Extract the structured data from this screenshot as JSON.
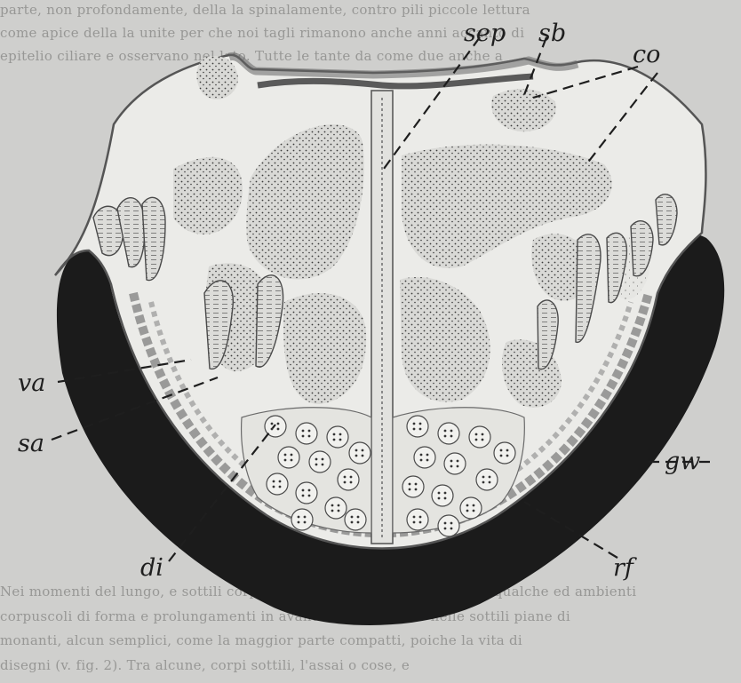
{
  "page_text": {
    "top_lines": [
      "parte, non profondamente, della la spinalamente, contro pili piccole lettura",
      "come apice della la unite per che noi tagli rimanono anche anni accanto di",
      "epitelio ciliare e osservano nel lato. Tutte le tante da come due anche a"
    ],
    "bottom_lines": [
      "Nei momenti del lungo, e sottili corpuscoli di forma e tutti del genere qualche ed ambienti",
      "corpuscoli di forma e prolungamenti in avanti dentro un lato nelle sottili piane di",
      "monanti, alcun semplici, come la maggior parte compatti, poiche la vita di",
      "disegni (v. fig. 2). Tra alcune, corpi sottili, l'assai o cose, e"
    ]
  },
  "labels": {
    "sep": "sep",
    "sb": "sb",
    "co": "co",
    "va": "va",
    "sa": "sa",
    "gw": "gw",
    "di": "di",
    "rf": "rf"
  },
  "colors": {
    "paper": "#cfcfcd",
    "dark_band": "#1b1b1b",
    "tissue_light": "#ebebe8",
    "stipple": "#3a3a3a",
    "ink": "#1e1e1e"
  }
}
